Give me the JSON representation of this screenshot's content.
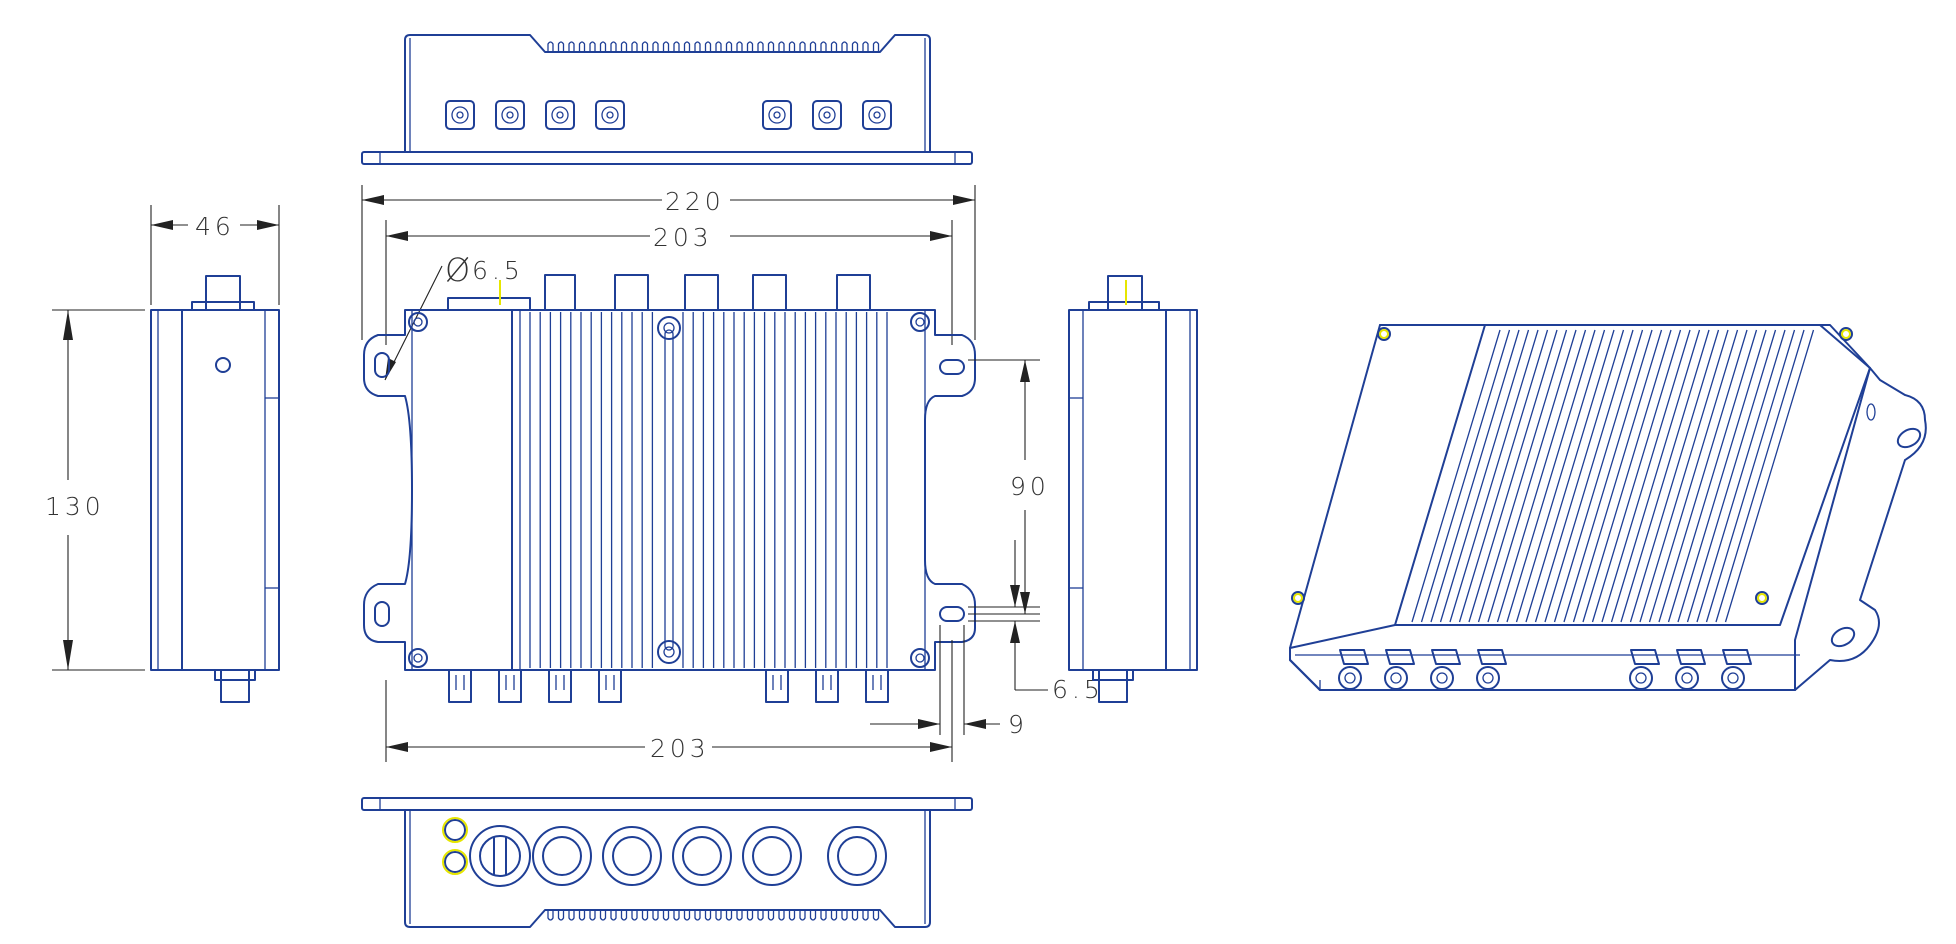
{
  "colors": {
    "line": "#1f3f96",
    "dimension": "#222222",
    "highlight": "#e6e600",
    "background": "#ffffff"
  },
  "dimensions": {
    "overall_width": "220",
    "mount_width_top": "203",
    "mount_width_bottom": "203",
    "hole_diameter_value": "6.5",
    "side_depth": "46",
    "side_height": "130",
    "mount_spacing": "90",
    "slot_height": "6.5",
    "slot_width": "9"
  },
  "symbols": {
    "diameter": "Ø"
  },
  "views": [
    "top-view",
    "front-view",
    "left-side-view",
    "right-side-view",
    "bottom-view",
    "isometric-view"
  ]
}
